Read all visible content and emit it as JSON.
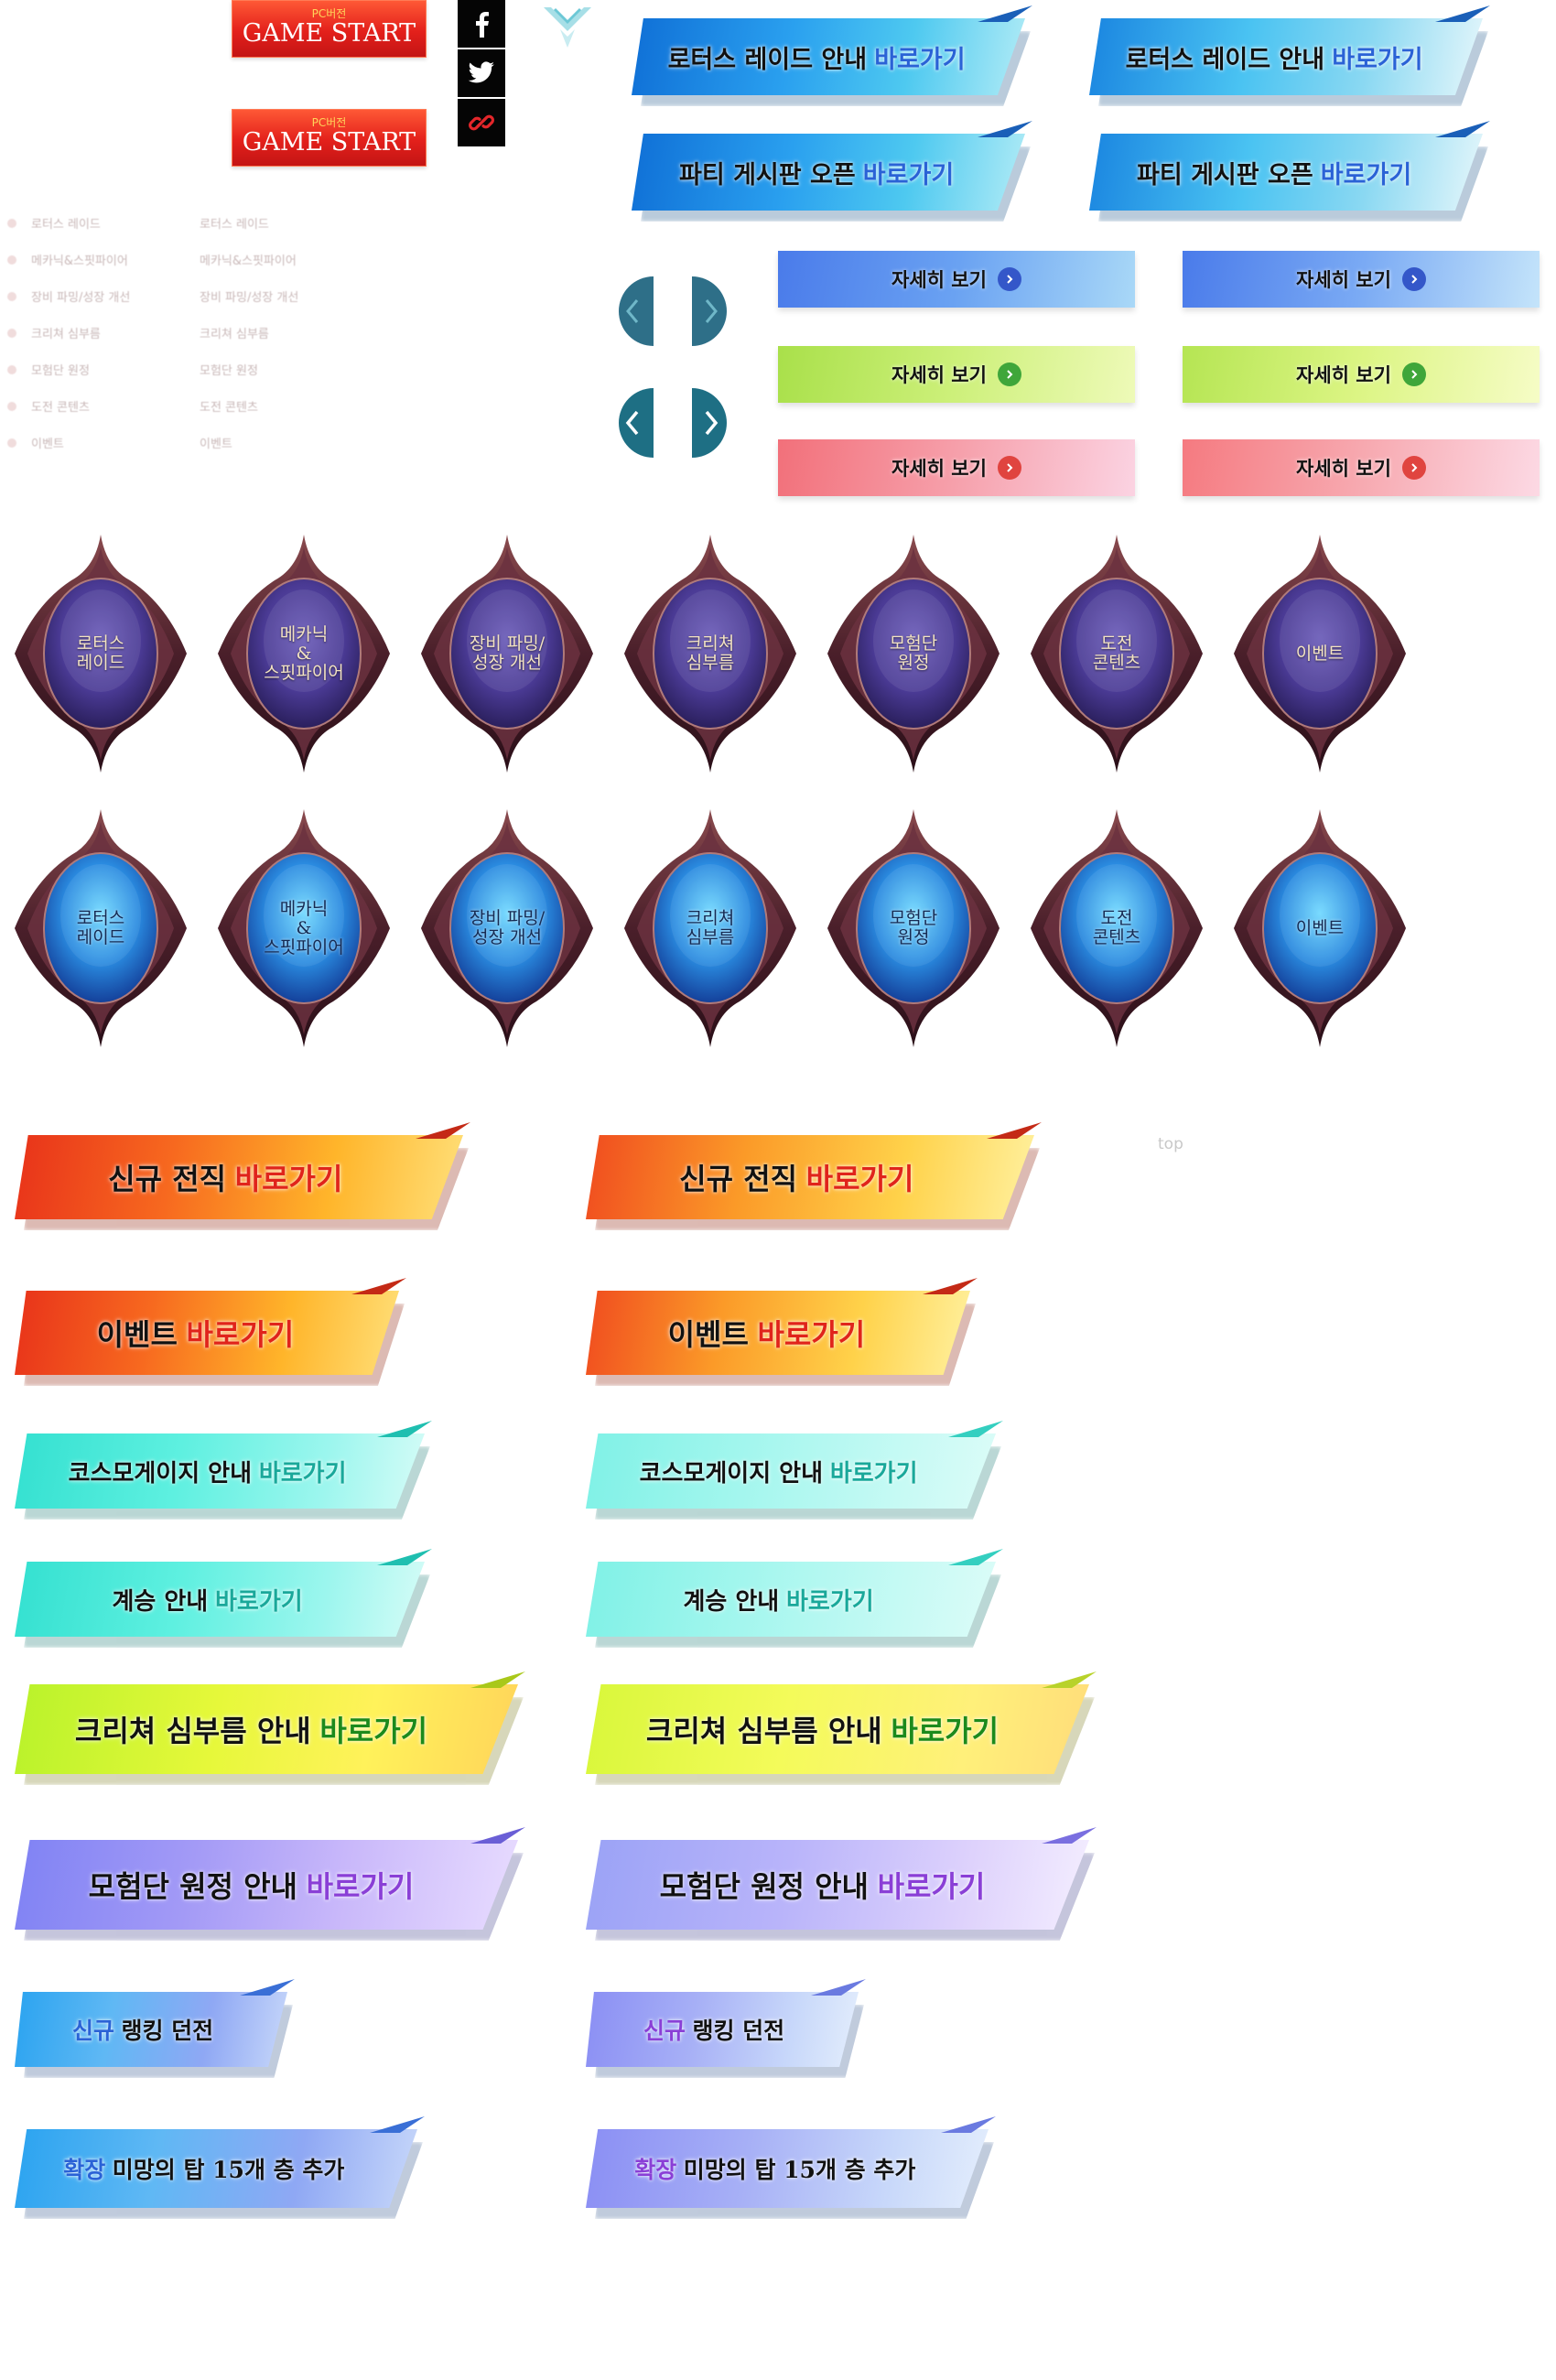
{
  "game_start": [
    {
      "sub": "PC버전",
      "main": "GAME START"
    },
    {
      "sub": "PC버전",
      "main": "GAME START"
    }
  ],
  "social": [
    {
      "icon": "facebook-icon",
      "label": "f"
    },
    {
      "icon": "twitter-icon",
      "label": ""
    },
    {
      "icon": "link-icon",
      "label": ""
    }
  ],
  "menu_left": [
    "로터스 레이드",
    "메카닉&스핏파이어",
    "장비 파밍/성장 개선",
    "크리쳐 심부름",
    "모험단 원정",
    "도전 콘텐츠",
    "이벤트"
  ],
  "menu_right": [
    "로터스 레이드",
    "메카닉&스핏파이어",
    "장비 파밍/성장 개선",
    "크리쳐 심부름",
    "모험단 원정",
    "도전 콘텐츠",
    "이벤트"
  ],
  "top_banners": [
    {
      "text": "로터스 레이드 안내",
      "highlight": "바로가기"
    },
    {
      "text": "로터스 레이드 안내",
      "highlight": "바로가기"
    },
    {
      "text": "파티 게시판 오픈",
      "highlight": "바로가기"
    },
    {
      "text": "파티 게시판 오픈",
      "highlight": "바로가기"
    }
  ],
  "detail_buttons": [
    {
      "label": "자세히 보기",
      "theme": "blue"
    },
    {
      "label": "자세히 보기",
      "theme": "blue"
    },
    {
      "label": "자세히 보기",
      "theme": "green"
    },
    {
      "label": "자세히 보기",
      "theme": "green"
    },
    {
      "label": "자세히 보기",
      "theme": "pink"
    },
    {
      "label": "자세히 보기",
      "theme": "pink"
    }
  ],
  "gems_purple": [
    "로터스\n레이드",
    "메카닉\n&\n스핏파이어",
    "장비 파밍/\n성장 개선",
    "크리쳐\n심부름",
    "모험단\n원정",
    "도전\n콘텐츠",
    "이벤트"
  ],
  "gems_blue": [
    "로터스\n레이드",
    "메카닉\n&\n스핏파이어",
    "장비 파밍/\n성장 개선",
    "크리쳐\n심부름",
    "모험단\n원정",
    "도전\n콘텐츠",
    "이벤트"
  ],
  "banners": [
    {
      "text": "신규 전직",
      "highlight": "바로가기"
    },
    {
      "text": "신규 전직",
      "highlight": "바로가기"
    },
    {
      "text": "이벤트",
      "highlight": "바로가기"
    },
    {
      "text": "이벤트",
      "highlight": "바로가기"
    },
    {
      "text": "코스모게이지 안내",
      "highlight": "바로가기"
    },
    {
      "text": "코스모게이지 안내",
      "highlight": "바로가기"
    },
    {
      "text": "계승 안내",
      "highlight": "바로가기"
    },
    {
      "text": "계승 안내",
      "highlight": "바로가기"
    },
    {
      "text": "크리쳐 심부름 안내",
      "highlight": "바로가기"
    },
    {
      "text": "크리쳐 심부름 안내",
      "highlight": "바로가기"
    },
    {
      "text": "모험단 원정 안내",
      "highlight": "바로가기"
    },
    {
      "text": "모험단 원정 안내",
      "highlight": "바로가기"
    },
    {
      "text": "랭킹 던전",
      "highlight": "신규"
    },
    {
      "text": "랭킹 던전",
      "highlight": "신규"
    },
    {
      "text": "미망의 탑 15개 층 추가",
      "highlight": "확장"
    },
    {
      "text": "미망의 탑 15개 층 추가",
      "highlight": "확장"
    }
  ],
  "top_link": "top",
  "colors": {
    "game_start_red": "#e3201b",
    "highlight_red": "#e0241b",
    "highlight_teal": "#1aa89a",
    "highlight_green": "#1c8a1c",
    "highlight_purple": "#8a3fd6",
    "highlight_blue": "#2a62d6",
    "control_teal": "#1e6f84"
  }
}
